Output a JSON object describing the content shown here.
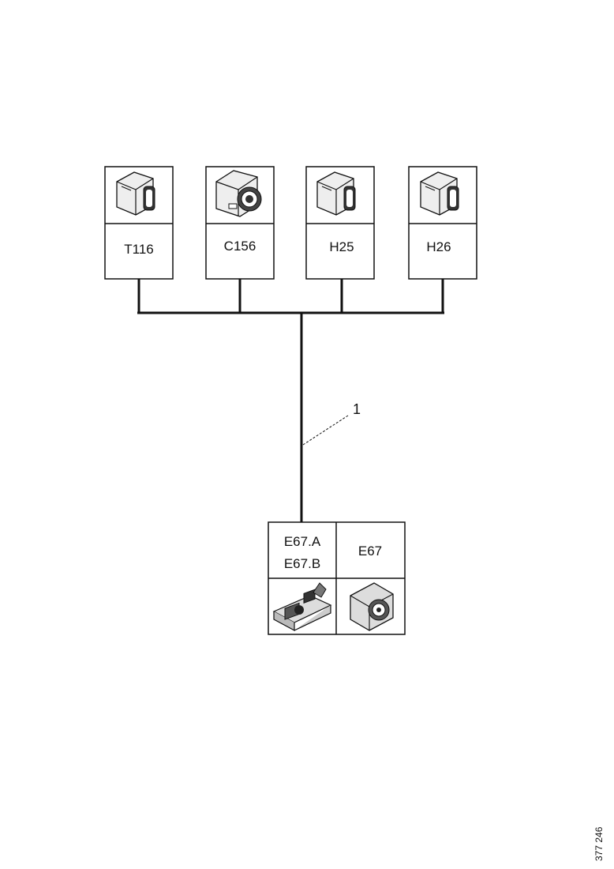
{
  "connectors_top": [
    {
      "id": "T116",
      "icon": "connector-plug-icon"
    },
    {
      "id": "C156",
      "icon": "connector-round-socket-icon"
    },
    {
      "id": "H25",
      "icon": "connector-plug-icon"
    },
    {
      "id": "H26",
      "icon": "connector-plug-icon"
    }
  ],
  "bottom_module": {
    "label_a": "E67.A",
    "label_b": "E67.B",
    "label_right": "E67",
    "icon_left": "control-unit-board-icon",
    "icon_right": "connector-socket-icon"
  },
  "callout": {
    "number": "1"
  },
  "document_number": "377 246"
}
